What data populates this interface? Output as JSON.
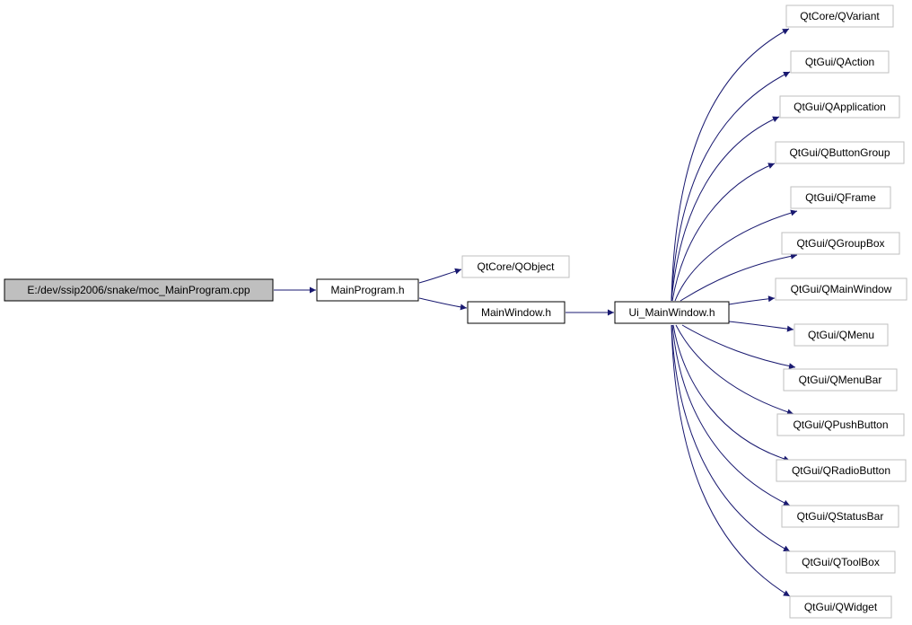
{
  "colors": {
    "edge": "#191970",
    "root_fill": "#bfbfbf",
    "node_border_solid": "#000000",
    "node_border_light": "#bfbfbf",
    "background": "#ffffff"
  },
  "nodes": {
    "root": {
      "label": "E:/dev/ssip2006/snake/moc_MainProgram.cpp"
    },
    "mainprogram": {
      "label": "MainProgram.h"
    },
    "qobject": {
      "label": "QtCore/QObject"
    },
    "mainwindow": {
      "label": "MainWindow.h"
    },
    "ui_mainwindow": {
      "label": "Ui_MainWindow.h"
    },
    "qvariant": {
      "label": "QtCore/QVariant"
    },
    "qaction": {
      "label": "QtGui/QAction"
    },
    "qapplication": {
      "label": "QtGui/QApplication"
    },
    "qbuttongroup": {
      "label": "QtGui/QButtonGroup"
    },
    "qframe": {
      "label": "QtGui/QFrame"
    },
    "qgroupbox": {
      "label": "QtGui/QGroupBox"
    },
    "qmainwindow": {
      "label": "QtGui/QMainWindow"
    },
    "qmenu": {
      "label": "QtGui/QMenu"
    },
    "qmenubar": {
      "label": "QtGui/QMenuBar"
    },
    "qpushbutton": {
      "label": "QtGui/QPushButton"
    },
    "qradiobutton": {
      "label": "QtGui/QRadioButton"
    },
    "qstatusbar": {
      "label": "QtGui/QStatusBar"
    },
    "qtoolbox": {
      "label": "QtGui/QToolBox"
    },
    "qwidget": {
      "label": "QtGui/QWidget"
    }
  },
  "edges": [
    {
      "from": "root",
      "to": "mainprogram"
    },
    {
      "from": "mainprogram",
      "to": "qobject"
    },
    {
      "from": "mainprogram",
      "to": "mainwindow"
    },
    {
      "from": "mainwindow",
      "to": "ui_mainwindow"
    },
    {
      "from": "ui_mainwindow",
      "to": "qvariant"
    },
    {
      "from": "ui_mainwindow",
      "to": "qaction"
    },
    {
      "from": "ui_mainwindow",
      "to": "qapplication"
    },
    {
      "from": "ui_mainwindow",
      "to": "qbuttongroup"
    },
    {
      "from": "ui_mainwindow",
      "to": "qframe"
    },
    {
      "from": "ui_mainwindow",
      "to": "qgroupbox"
    },
    {
      "from": "ui_mainwindow",
      "to": "qmainwindow"
    },
    {
      "from": "ui_mainwindow",
      "to": "qmenu"
    },
    {
      "from": "ui_mainwindow",
      "to": "qmenubar"
    },
    {
      "from": "ui_mainwindow",
      "to": "qpushbutton"
    },
    {
      "from": "ui_mainwindow",
      "to": "qradiobutton"
    },
    {
      "from": "ui_mainwindow",
      "to": "qstatusbar"
    },
    {
      "from": "ui_mainwindow",
      "to": "qtoolbox"
    },
    {
      "from": "ui_mainwindow",
      "to": "qwidget"
    }
  ]
}
